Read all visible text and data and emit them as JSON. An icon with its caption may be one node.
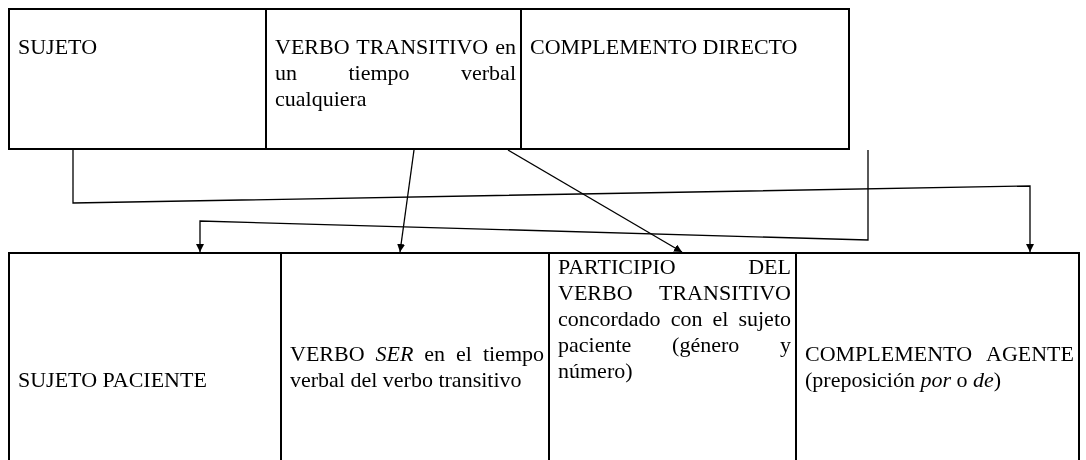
{
  "diagram": {
    "nodes": [
      {
        "text": [
          "SUJETO"
        ]
      },
      {
        "text": [
          "VERBO TRANSITIVO en un tiempo verbal cualquiera"
        ]
      },
      {
        "text": [
          "COMPLEMENTO DIRECTO"
        ]
      },
      {
        "text": [
          "SUJETO PACIENTE"
        ]
      },
      {
        "text": [
          "VERBO *SER* en el tiempo verbal del verbo transitivo"
        ]
      },
      {
        "text": [
          "PARTICIPIO DEL VERBO TRANSITIVO concordado con el sujeto paciente (género y número)"
        ]
      },
      {
        "text": [
          "COMPLEMENTO AGENTE (preposición *por* o *de*)"
        ]
      }
    ],
    "edges": [
      {
        "from": 0,
        "to": 6,
        "arrow": "to"
      },
      {
        "from": 2,
        "to": 3,
        "arrow": "to"
      },
      {
        "from": 1,
        "to": 4,
        "arrow": "to"
      },
      {
        "from": 1,
        "to": 5,
        "arrow": "to"
      }
    ]
  }
}
